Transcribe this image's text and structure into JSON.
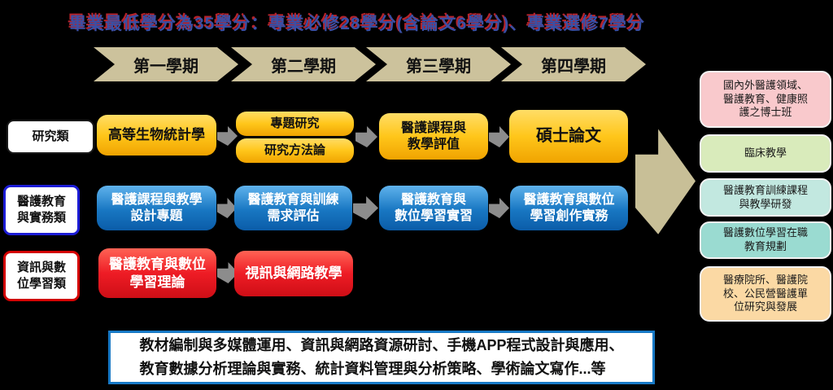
{
  "title": {
    "text": "畢業最低學分為35學分：專業必修28學分(含論文6學分)、專業選修7學分",
    "color": "#3A4FA5",
    "shadow_color": "#B6232B"
  },
  "semesters": {
    "bg": "#CCC29C",
    "items": [
      "第一學期",
      "第二學期",
      "第三學期",
      "第四學期"
    ]
  },
  "tracks": {
    "research": {
      "label": "研究類",
      "border": "#1A1A1A",
      "box_bg": "#FFC61A",
      "courses": {
        "c1": "高等生物統計學",
        "c2a": "專題研究",
        "c2b": "研究方法論",
        "c3": "醫護課程與\n教學評值",
        "c4": "碩士論文"
      }
    },
    "education": {
      "label": "醫護教育\n與實務類",
      "border": "#1C1CD6",
      "box_bg": "#1877C2",
      "courses": {
        "c1": "醫護課程與教學\n設計專題",
        "c2": "醫護教育與訓練\n需求評估",
        "c3": "醫護教育與\n數位學習實習",
        "c4": "醫護教育與數位\n學習創作實務"
      }
    },
    "digital": {
      "label": "資訊與數\n位學習類",
      "border": "#D40000",
      "box_bg": "#EE1C25",
      "courses": {
        "c1": "醫護教育與數位\n學習理論",
        "c2": "視訊與網路教學"
      }
    }
  },
  "outcomes": {
    "o1": {
      "text": "國內外醫護領域、\n醫護教育、健康照\n護之博士班",
      "bg": "#F9C9CC"
    },
    "o2": {
      "text": "臨床教學",
      "bg": "#D9EBBB"
    },
    "o3": {
      "text": "醫護教育訓練課程\n與教學研發",
      "bg": "#C2E8E0"
    },
    "o4": {
      "text": "醫護數位學習在職\n教育規劃",
      "bg": "#9ADBD1"
    },
    "o5": {
      "text": "醫療院所、醫護院\n校、公民營醫護單\n位研究與發展",
      "bg": "#FBD9A4"
    }
  },
  "footer": {
    "text": "教材編制與多媒體運用、資訊與網路資源研討、手機APP程式設計與應用、\n教育數據分析理論與實務、統計資料管理與分析策略、學術論文寫作...等",
    "border": "#1779C6"
  },
  "big_arrow_color": "#C8BF97",
  "connector_color": "#8C8C8C"
}
